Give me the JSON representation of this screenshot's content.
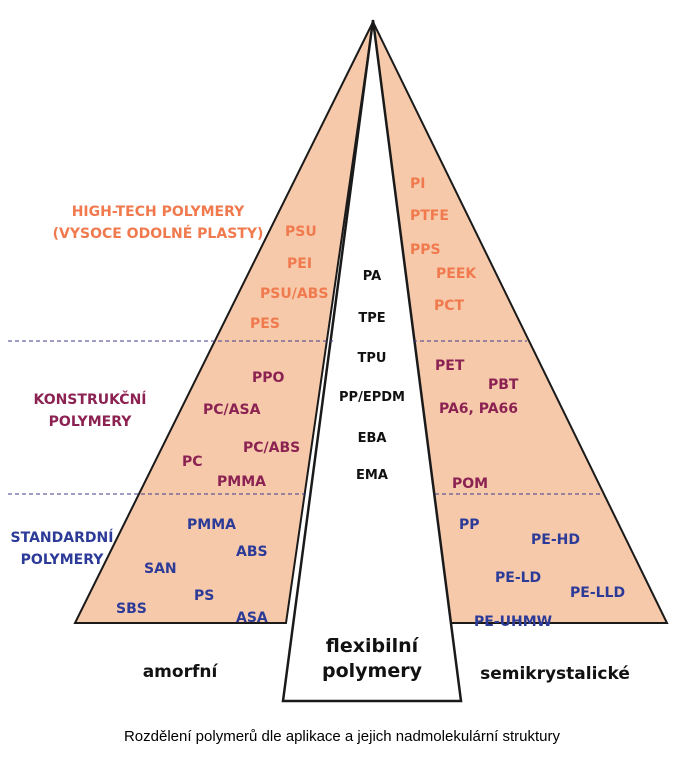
{
  "colors": {
    "fill": "#f6c9ab",
    "outline": "#1a1a1a",
    "divider": "#3c3c8c",
    "high_tech": "#f07a4e",
    "konstrukcni": "#8b2252",
    "standardni": "#2c3a98"
  },
  "categories": {
    "high_tech": [
      "HIGH-TECH POLYMERY",
      "(VYSOCE ODOLNÉ PLASTY)"
    ],
    "konstrukcni": [
      "KONSTRUKČNÍ",
      "POLYMERY"
    ],
    "standardni": [
      "STANDARDNÍ",
      "POLYMERY"
    ]
  },
  "amorphous": {
    "high_tech": [
      "PSU",
      "PEI",
      "PSU/ABS",
      "PES"
    ],
    "konstrukcni": [
      "PPO",
      "PC/ASA",
      "PC/ABS",
      "PC",
      "PMMA"
    ],
    "standardni": [
      "PMMA",
      "ABS",
      "SAN",
      "PS",
      "SBS",
      "ASA"
    ]
  },
  "semicrystalline": {
    "high_tech": [
      "PI",
      "PTFE",
      "PPS",
      "PEEK",
      "PCT"
    ],
    "konstrukcni": [
      "PET",
      "PBT",
      "PA6, PA66",
      "POM"
    ],
    "standardni": [
      "PP",
      "PE-HD",
      "PE-LD",
      "PE-LLD",
      "PE-UHMW"
    ]
  },
  "flexible": {
    "items": [
      "PA",
      "TPE",
      "TPU",
      "PP/EPDM",
      "EBA",
      "EMA"
    ],
    "label": [
      "flexibilní",
      "polymery"
    ]
  },
  "base_labels": {
    "left": "amorfní",
    "right": "semikrystalické"
  },
  "caption": "Rozdělení polymerů dle aplikace a jejich nadmolekulární struktury"
}
